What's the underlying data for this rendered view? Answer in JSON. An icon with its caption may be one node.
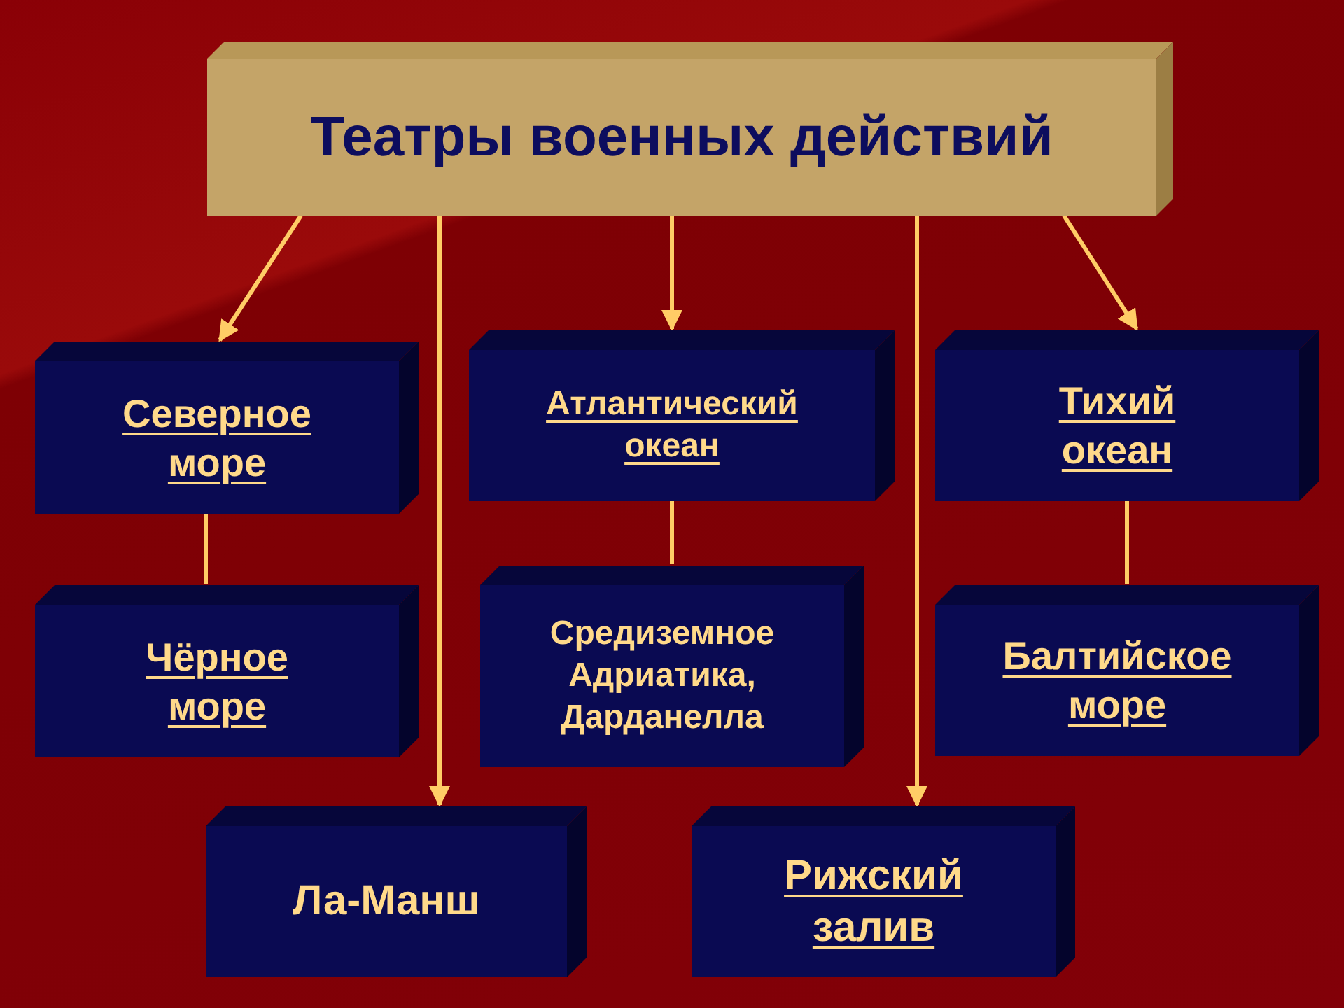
{
  "diagram": {
    "nodes": [
      {
        "text": [
          "Театры военных действий"
        ]
      },
      {
        "text": [
          "Северное море"
        ]
      },
      {
        "text": [
          "Атлантический океан"
        ]
      },
      {
        "text": [
          "Тихий океан"
        ]
      },
      {
        "text": [
          "Чёрное море"
        ]
      },
      {
        "text": [
          "Средиземное Адриатика, Дарданелла"
        ]
      },
      {
        "text": [
          "Балтийское море"
        ]
      },
      {
        "text": [
          "Ла-Манш"
        ]
      },
      {
        "text": [
          "Рижский залив"
        ]
      }
    ],
    "edges": [
      {
        "from": 0,
        "to": 1,
        "arrow": "to"
      },
      {
        "from": 0,
        "to": 7,
        "arrow": "to"
      },
      {
        "from": 0,
        "to": 2,
        "arrow": "to"
      },
      {
        "from": 0,
        "to": 8,
        "arrow": "to"
      },
      {
        "from": 0,
        "to": 3,
        "arrow": "to"
      },
      {
        "from": 1,
        "to": 4,
        "arrow": "none"
      },
      {
        "from": 2,
        "to": 5,
        "arrow": "none"
      },
      {
        "from": 3,
        "to": 6,
        "arrow": "none"
      }
    ]
  }
}
